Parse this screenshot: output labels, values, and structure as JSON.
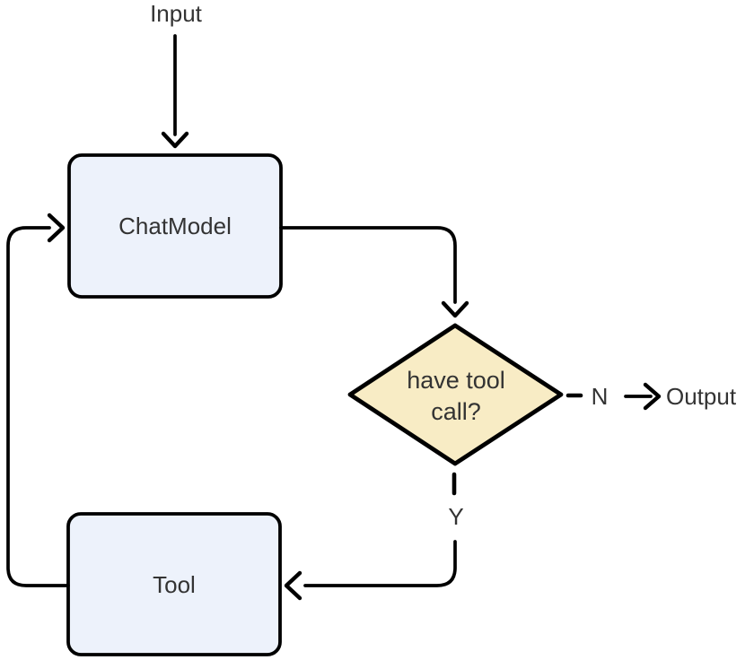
{
  "diagram": {
    "type": "flowchart",
    "nodes": {
      "input": {
        "label": "Input"
      },
      "chatmodel": {
        "label": "ChatModel"
      },
      "decision": {
        "label_line1": "have tool",
        "label_line2": "call?"
      },
      "tool": {
        "label": "Tool"
      },
      "output": {
        "label": "Output"
      }
    },
    "edges": {
      "no": {
        "label": "N"
      },
      "yes": {
        "label": "Y"
      }
    },
    "colors": {
      "node_fill": "#edf2fb",
      "decision_fill": "#f8ecc5",
      "stroke": "#000000",
      "text": "#333333"
    }
  }
}
